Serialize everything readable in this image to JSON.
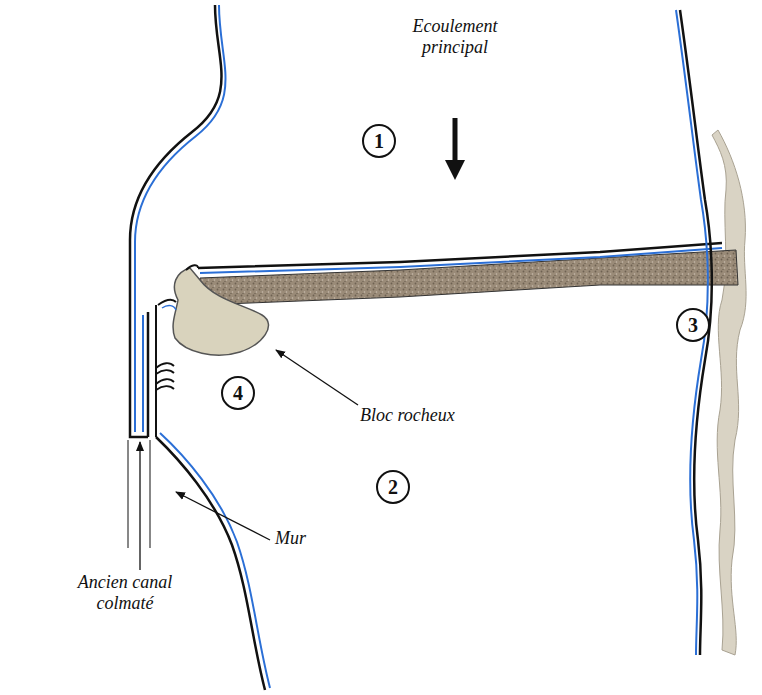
{
  "diagram": {
    "labels": [
      "Ecoulement principal",
      "1",
      "3",
      "4",
      "Bloc rocheux",
      "2",
      "Mur",
      "Ancien canal colmaté"
    ]
  }
}
